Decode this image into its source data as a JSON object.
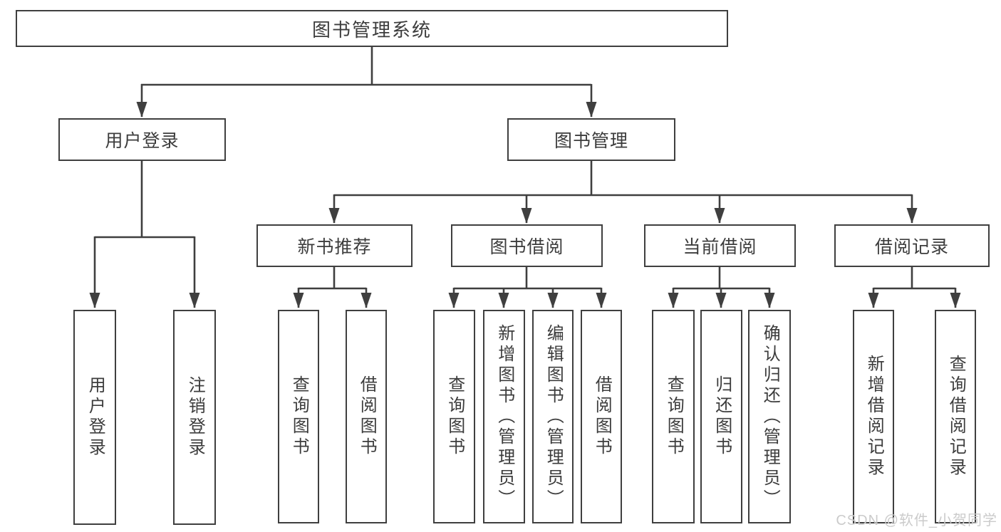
{
  "page": {
    "background": "#ffffff",
    "type": "functional-structure-diagram"
  },
  "colors": {
    "line": "#3f3f3f",
    "box_border": "#3f3f3f",
    "box_background": "#ffffff",
    "text": "#3c3c3c",
    "watermark": "#cbcbcb"
  },
  "watermark": {
    "text": "CSDN @软件_小贺同学"
  },
  "diagram": {
    "root": {
      "label": "图书管理系统"
    },
    "branches": [
      {
        "label": "用户登录",
        "children": [
          {
            "label": "用户登录"
          },
          {
            "label": "注销登录"
          }
        ]
      },
      {
        "label": "图书管理",
        "children": [
          {
            "label": "新书推荐",
            "children": [
              {
                "label": "查询图书"
              },
              {
                "label": "借阅图书"
              }
            ]
          },
          {
            "label": "图书借阅",
            "children": [
              {
                "label": "查询图书"
              },
              {
                "label": "新增图书（管理员）"
              },
              {
                "label": "编辑图书（管理员）"
              },
              {
                "label": "借阅图书"
              }
            ]
          },
          {
            "label": "当前借阅",
            "children": [
              {
                "label": "查询图书"
              },
              {
                "label": "归还图书"
              },
              {
                "label": "确认归还（管理员）"
              }
            ]
          },
          {
            "label": "借阅记录",
            "children": [
              {
                "label": "新增借阅记录"
              },
              {
                "label": "查询借阅记录"
              }
            ]
          }
        ]
      }
    ]
  }
}
